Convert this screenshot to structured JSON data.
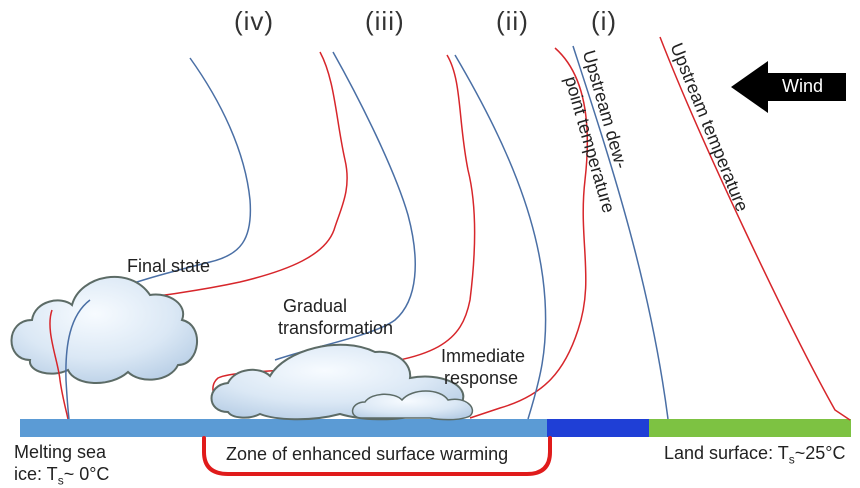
{
  "stages": {
    "iv": "(iv)",
    "iii": "(iii)",
    "ii": "(ii)",
    "i": "(i)"
  },
  "labels": {
    "upstream_dewpoint_line1": "Upstream dew-",
    "upstream_dewpoint_line2": "point temperature",
    "upstream_temperature": "Upstream temperature",
    "wind": "Wind",
    "final_state": "Final state",
    "gradual_line1": "Gradual",
    "gradual_line2": "transformation",
    "immediate_line1": "Immediate",
    "immediate_line2": "response",
    "zone": "Zone of enhanced surface warming",
    "sea_ice_line1": "Melting sea",
    "sea_ice_line2_pre": "ice: T",
    "sea_ice_sub": "s",
    "sea_ice_line2_post": "~ 0°C",
    "land_pre": "Land surface: T",
    "land_sub": "s",
    "land_post": "~25°C"
  },
  "colors": {
    "dewpoint_line": "#4a6fa5",
    "temperature_line": "#d7262b",
    "sea_ice_bar": "#5b9bd5",
    "ocean_bar": "#1f3fd6",
    "land_bar": "#7dc242",
    "zone_bracket": "#e01b1b",
    "cloud_fill": "#dbe8f5",
    "cloud_stroke": "#5c6b66"
  }
}
